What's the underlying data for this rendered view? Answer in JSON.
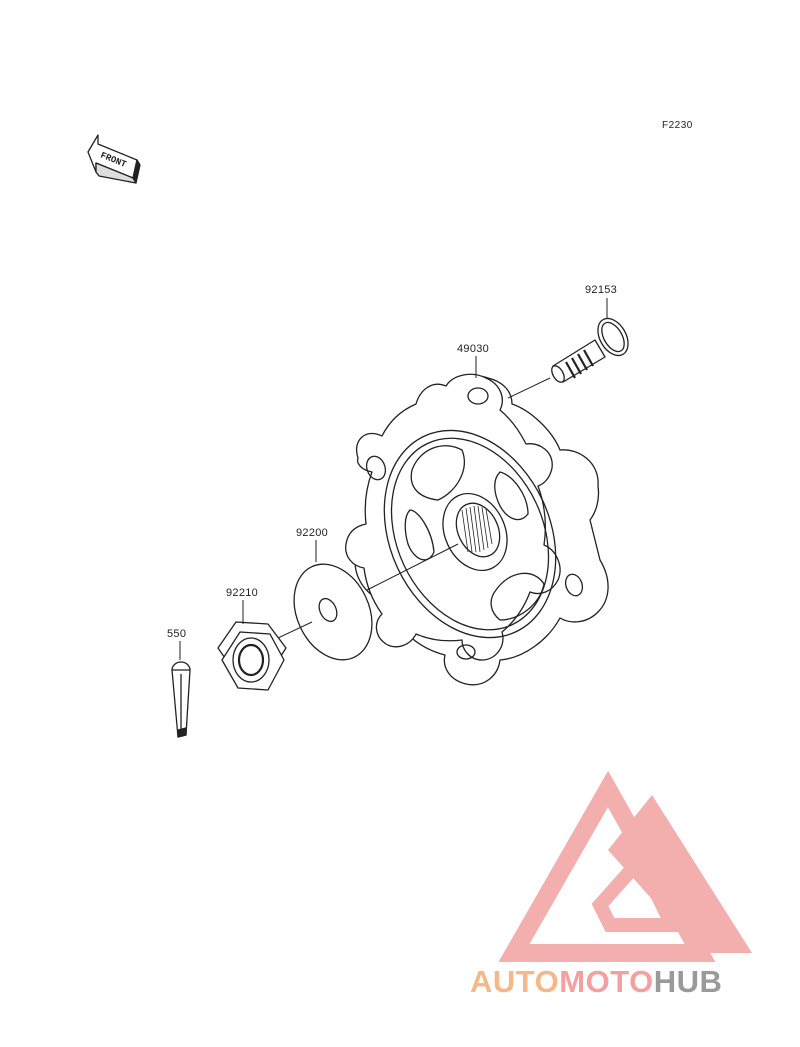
{
  "figure": {
    "code": "F2230",
    "front_label": "FRONT"
  },
  "parts": [
    {
      "number": "92153",
      "description": "stud"
    },
    {
      "number": "49030",
      "description": "hub"
    },
    {
      "number": "92200",
      "description": "washer"
    },
    {
      "number": "92210",
      "description": "nut"
    },
    {
      "number": "550",
      "description": "cotter pin"
    }
  ],
  "watermark": {
    "brand_part1": "AUTO",
    "brand_part2": "MOTO",
    "brand_part3": "HUB"
  },
  "colors": {
    "line": "#222222",
    "logo_red": "#f2a0a0",
    "logo_orange": "#f4b98a",
    "logo_gray": "#9a9a9a"
  }
}
